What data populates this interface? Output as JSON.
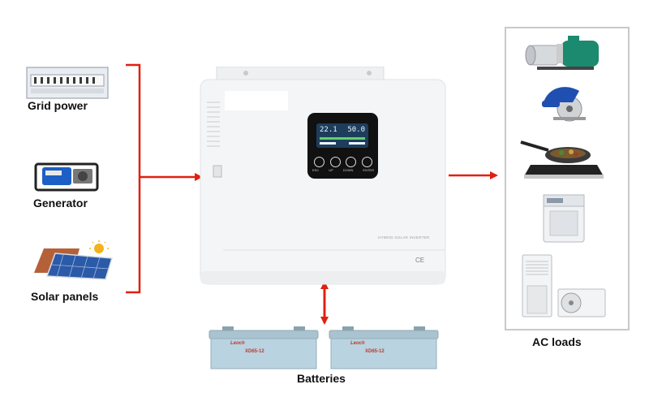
{
  "sources": [
    {
      "label": "Grid power",
      "icon": "grid-power-icon"
    },
    {
      "label": "Generator",
      "icon": "generator-icon"
    },
    {
      "label": "Solar panels",
      "icon": "solar-panel-icon"
    }
  ],
  "inverter": {
    "screen_left": "22.1",
    "screen_right": "50.0",
    "buttons": [
      "ESC",
      "UP",
      "DOWN",
      "ENTER"
    ],
    "side_text": "HYBRID SOLAR INVERTER",
    "mark": "CE",
    "icon": "inverter-icon"
  },
  "batteries": {
    "label": "Batteries",
    "brand": "Leoch",
    "model": "XD65-12",
    "icon": "battery-icon"
  },
  "loads": {
    "label": "AC loads",
    "items": [
      "water-pump-icon",
      "circular-saw-icon",
      "induction-cooktop-icon",
      "washing-machine-icon",
      "air-conditioner-icon"
    ]
  },
  "colors": {
    "arrow": "#e02010",
    "inverter_body": "#f4f5f6",
    "battery": "#b9d3e0",
    "box_border": "#c9c9c9"
  }
}
